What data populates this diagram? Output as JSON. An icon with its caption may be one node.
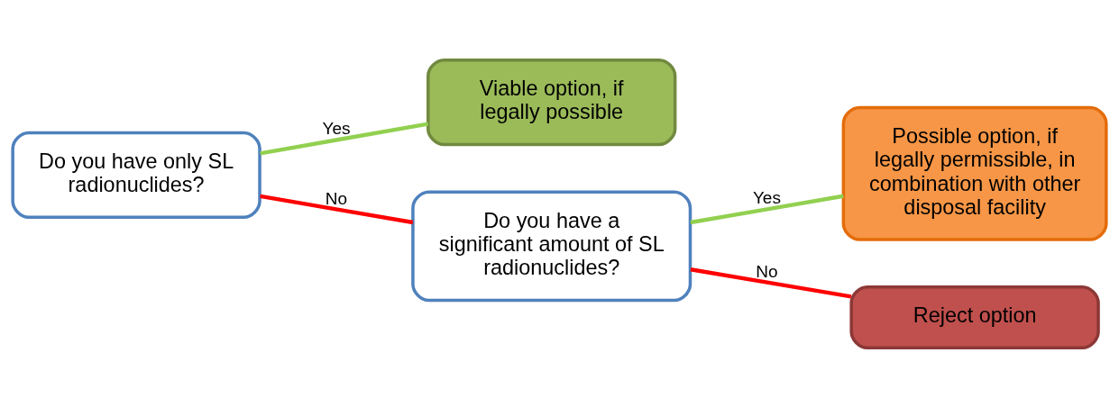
{
  "diagram": {
    "nodes": [
      {
        "text": [
          "Do you have only SL radionuclides?"
        ]
      },
      {
        "text": [
          "Viable option, if legally possible"
        ]
      },
      {
        "text": [
          "Do you have a significant amount of SL radionuclides?"
        ]
      },
      {
        "text": [
          "Possible option, if legally permissible, in combination with other disposal facility"
        ]
      },
      {
        "text": [
          "Reject option"
        ]
      }
    ],
    "edges": [
      {
        "from": 0,
        "to": 1,
        "arrow": "none",
        "label": "Yes",
        "color": "#92d050"
      },
      {
        "from": 0,
        "to": 2,
        "arrow": "none",
        "label": "No",
        "color": "#ff0000"
      },
      {
        "from": 2,
        "to": 3,
        "arrow": "none",
        "label": "Yes",
        "color": "#92d050"
      },
      {
        "from": 2,
        "to": 4,
        "arrow": "none",
        "label": "No",
        "color": "#ff0000"
      }
    ]
  }
}
